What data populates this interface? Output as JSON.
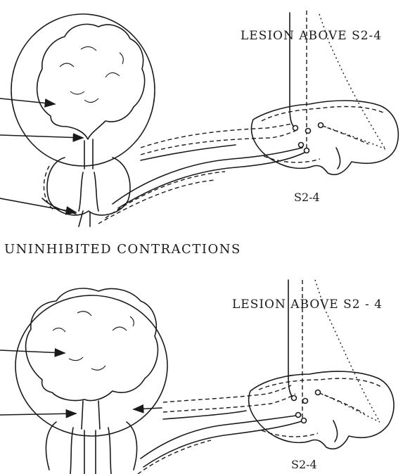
{
  "panels": [
    {
      "lesion_label": "LESION ABOVE S2-4",
      "segment_label": "S2-4",
      "caption": "UNINHIBITED CONTRACTIONS"
    },
    {
      "lesion_label": "LESION ABOVE S2 - 4",
      "segment_label": "S2-4",
      "caption": ""
    }
  ]
}
